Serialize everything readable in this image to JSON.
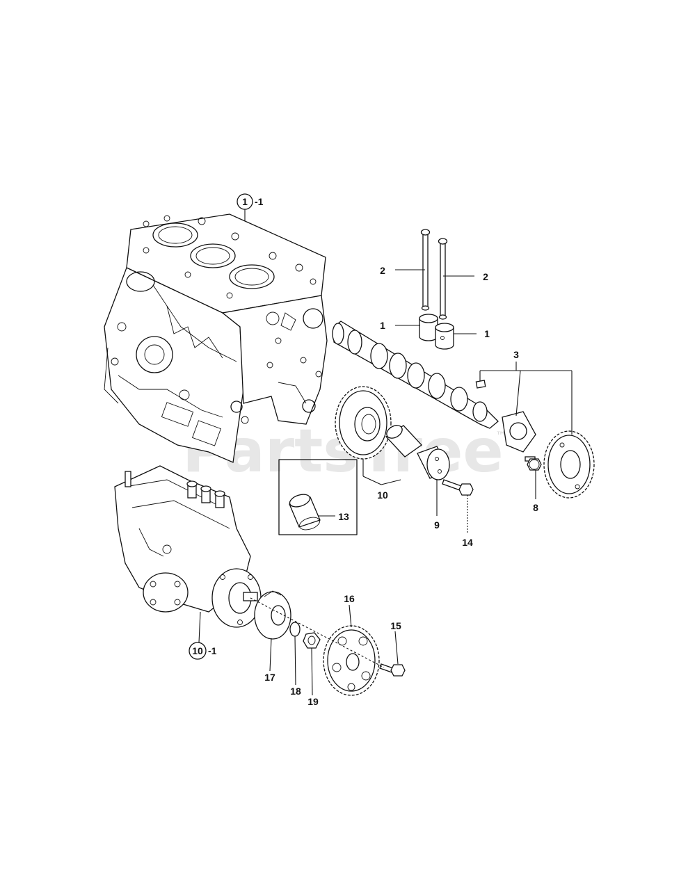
{
  "watermark": {
    "text": "PartsTree",
    "trademark": "™"
  },
  "callouts": {
    "c1_left": "1",
    "c1_right": "1",
    "c2_left": "2",
    "c2_right": "2",
    "c3": "3",
    "c8": "8",
    "c9": "9",
    "c10": "10",
    "c13": "13",
    "c14": "14",
    "c15": "15",
    "c16": "16",
    "c17": "17",
    "c18": "18",
    "c19": "19"
  },
  "circled": {
    "block": {
      "number": "1",
      "suffix": "-1"
    },
    "pump": {
      "number": "10",
      "suffix": "-1"
    }
  }
}
